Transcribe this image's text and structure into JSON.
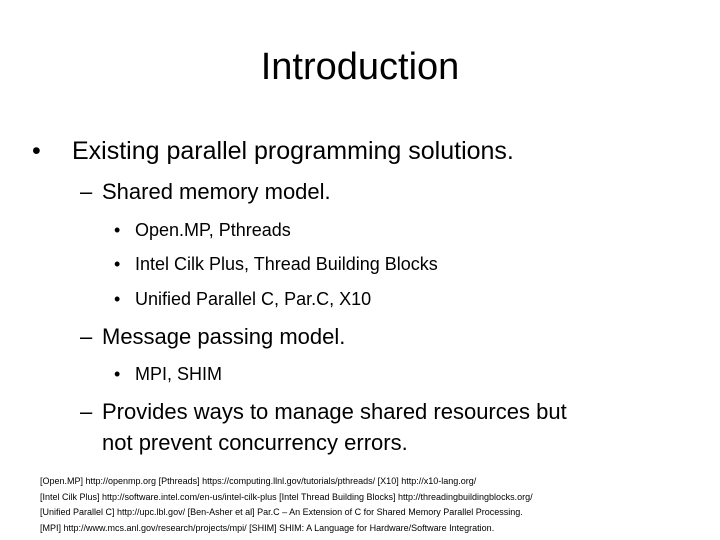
{
  "slide": {
    "title": "Introduction",
    "bullets": {
      "b1": {
        "marker": "•",
        "text": "Existing parallel programming solutions."
      },
      "b1_1": {
        "marker": "–",
        "text": "Shared memory model."
      },
      "b1_1_1": {
        "marker": "•",
        "text": "Open.MP, Pthreads"
      },
      "b1_1_2": {
        "marker": "•",
        "text": "Intel Cilk Plus, Thread Building Blocks"
      },
      "b1_1_3": {
        "marker": "•",
        "text": "Unified Parallel C, Par.C, X10"
      },
      "b1_2": {
        "marker": "–",
        "text": "Message passing model."
      },
      "b1_2_1": {
        "marker": "•",
        "text": "MPI, SHIM"
      },
      "b1_3": {
        "marker": "–",
        "text_line1": "Provides ways to manage shared resources but",
        "text_line2": "not prevent concurrency errors."
      }
    },
    "references": [
      "[Open.MP] http://openmp.org [Pthreads] https://computing.llnl.gov/tutorials/pthreads/  [X10] http://x10-lang.org/",
      "[Intel Cilk Plus] http://software.intel.com/en-us/intel-cilk-plus [Intel Thread Building Blocks] http://threadingbuildingblocks.org/",
      "[Unified Parallel C] http://upc.lbl.gov/ [Ben-Asher et al] Par.C – An Extension of C for Shared Memory Parallel Processing.",
      "[MPI] http://www.mcs.anl.gov/research/projects/mpi/ [SHIM] SHIM: A Language for Hardware/Software Integration."
    ]
  }
}
